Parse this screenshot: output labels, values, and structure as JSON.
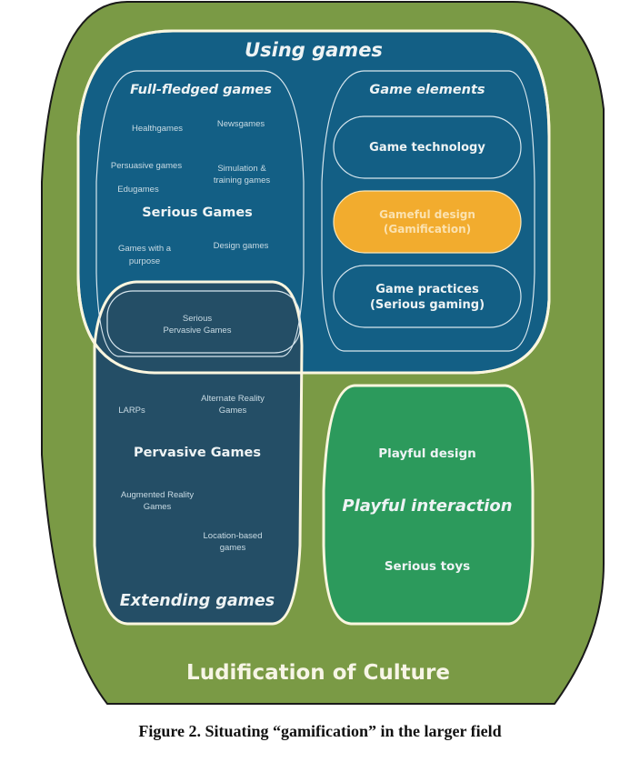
{
  "colors": {
    "outer_field": "#7a9a45",
    "using_games": "#135f85",
    "extending_games": "#244e66",
    "playful": "#2c9a5c",
    "gamification": "#f2ac2e",
    "outline": "#fbf6df"
  },
  "ludification": {
    "label": "Ludification of Culture"
  },
  "using_games": {
    "label": "Using games",
    "full_fledged": {
      "label": "Full-fledged games",
      "center_label": "Serious Games",
      "items": [
        "Healthgames",
        "Newsgames",
        "Persuasive games",
        "Simulation &",
        "training games",
        "Edugames",
        "Games with a",
        "purpose",
        "Design games"
      ]
    },
    "game_elements": {
      "label": "Game elements",
      "items": [
        {
          "line1": "Game technology",
          "line2": ""
        },
        {
          "line1": "Gameful design",
          "line2": "(Gamification)"
        },
        {
          "line1": "Game practices",
          "line2": "(Serious gaming)"
        }
      ]
    }
  },
  "overlap": {
    "line1": "Serious",
    "line2": "Pervasive Games"
  },
  "extending_games": {
    "label": "Extending games",
    "center_label": "Pervasive Games",
    "items": [
      "LARPs",
      "Alternate Reality",
      "Games",
      "Augmented Reality",
      "Games",
      "Location-based",
      "games"
    ]
  },
  "playful": {
    "center_label": "Playful interaction",
    "items": [
      "Playful design",
      "Serious toys"
    ]
  },
  "caption": "Figure 2. Situating “gamification” in the larger field"
}
